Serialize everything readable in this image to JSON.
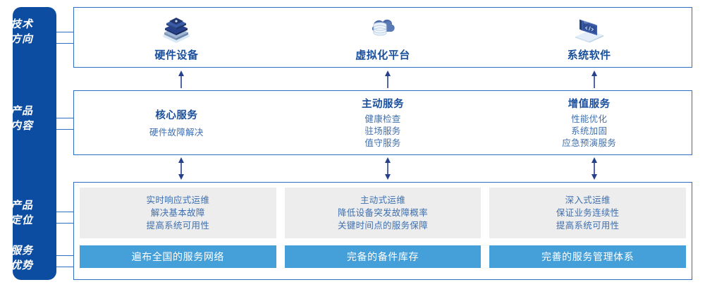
{
  "sidebar": {
    "color": "#0d4da1",
    "labels": [
      {
        "name": "tech-direction",
        "line1": "技术",
        "line2": "方向"
      },
      {
        "name": "product-content",
        "line1": "产品",
        "line2": "内容"
      },
      {
        "name": "product-positioning",
        "line1": "产品",
        "line2": "定位"
      },
      {
        "name": "service-advantage",
        "line1": "服务",
        "line2": "优势"
      }
    ]
  },
  "tech": {
    "items": [
      {
        "icon": "server-stack-icon",
        "label": "硬件设备"
      },
      {
        "icon": "cloud-database-icon",
        "label": "虚拟化平台"
      },
      {
        "icon": "laptop-code-icon",
        "label": "系统软件"
      }
    ]
  },
  "content": {
    "columns": [
      {
        "title": "核心服务",
        "items": [
          "硬件故障解决"
        ]
      },
      {
        "title": "主动服务",
        "items": [
          "健康检查",
          "驻场服务",
          "值守服务"
        ]
      },
      {
        "title": "增值服务",
        "items": [
          "性能优化",
          "系统加固",
          "应急预演服务"
        ]
      }
    ]
  },
  "positioning": {
    "cards": [
      {
        "lines": [
          "实时响应式运维",
          "解决基本故障",
          "提高系统可用性"
        ]
      },
      {
        "lines": [
          "主动式运维",
          "降低设备突发故障概率",
          "关键时间点的服务保障"
        ]
      },
      {
        "lines": [
          "深入式运维",
          "保证业务连续性",
          "提高系统可用性"
        ]
      }
    ]
  },
  "advantages": {
    "bars": [
      "遍布全国的服务网络",
      "完备的备件库存",
      "完善的服务管理体系"
    ],
    "color": "#45a0da"
  },
  "theme": {
    "border": "#2f6fc0",
    "heading": "#1a4f9c",
    "body_text": "#3f6fae",
    "card_bg": "#ededed"
  }
}
